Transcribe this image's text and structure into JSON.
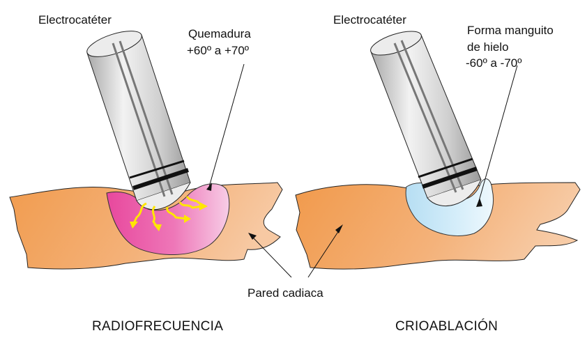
{
  "left": {
    "catheter_label": "Electrocatéter",
    "callout_line1": "Quemadura",
    "callout_line2": "+60º a +70º",
    "caption": "RADIOFRECUENCIA"
  },
  "right": {
    "catheter_label": "Electrocatéter",
    "callout_line1": "Forma manguito",
    "callout_line2": "de hielo",
    "callout_line3": "-60º a -70º",
    "caption": "CRIOABLACIÓN"
  },
  "shared_label": "Pared cadiaca",
  "colors": {
    "tissue": "#f3a35c",
    "burn": "#e8459c",
    "ice": "#bfe3f5",
    "heat_arrows": "#ffe600",
    "catheter": "#d7d7d7"
  },
  "icons": [
    "catheter-icon",
    "tissue-wall",
    "burn-zone",
    "ice-cuff",
    "heat-arrow"
  ]
}
